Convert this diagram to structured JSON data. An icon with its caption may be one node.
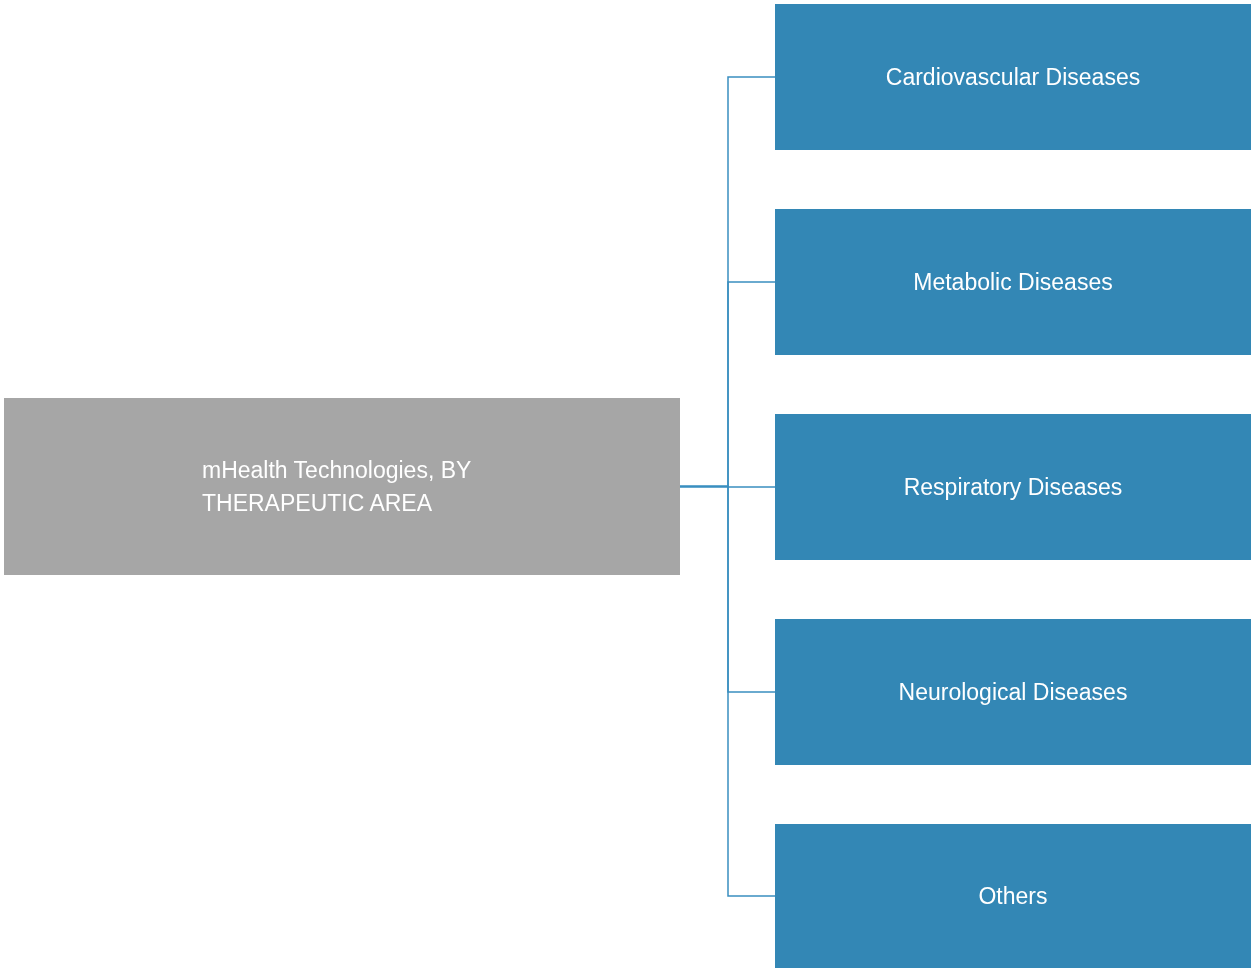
{
  "diagram": {
    "nodes": [
      {
        "text": [
          "mHealth Technologies, BY THERAPEUTIC AREA"
        ]
      },
      {
        "text": [
          "Cardiovascular Diseases"
        ]
      },
      {
        "text": [
          "Metabolic Diseases"
        ]
      },
      {
        "text": [
          "Respiratory Diseases"
        ]
      },
      {
        "text": [
          "Neurological Diseases"
        ]
      },
      {
        "text": [
          "Others"
        ]
      }
    ],
    "edges": [
      {
        "from": 0,
        "to": 1,
        "arrow": "none"
      },
      {
        "from": 0,
        "to": 2,
        "arrow": "none"
      },
      {
        "from": 0,
        "to": 3,
        "arrow": "none"
      },
      {
        "from": 0,
        "to": 4,
        "arrow": "none"
      },
      {
        "from": 0,
        "to": 5,
        "arrow": "none"
      }
    ]
  }
}
